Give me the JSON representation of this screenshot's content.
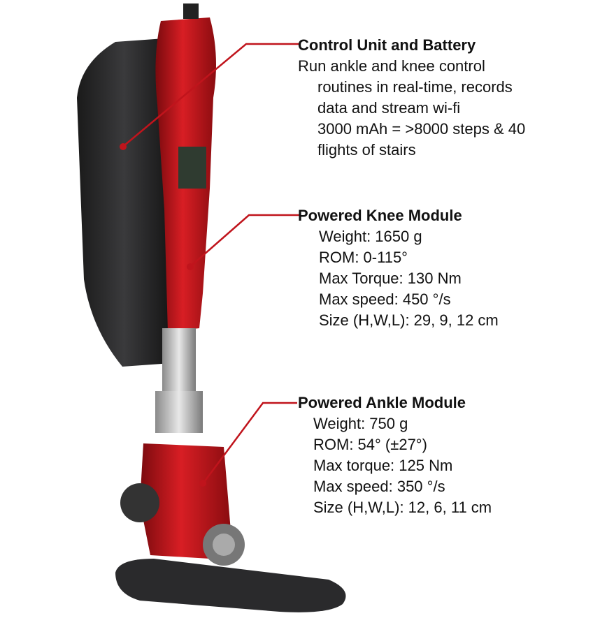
{
  "accent_color": "#c0141c",
  "image": "powered-knee-ankle-prosthesis",
  "control_unit": {
    "title": "Control Unit and Battery",
    "lines": [
      "Run ankle and knee control",
      "routines in real-time, records",
      "data and stream wi-fi",
      "3000 mAh = >8000 steps & 40",
      "flights of stairs"
    ]
  },
  "knee": {
    "title": "Powered Knee Module",
    "lines": [
      "Weight:  1650 g",
      "ROM: 0-115°",
      "Max Torque: 130 Nm",
      "Max speed: 450 °/s",
      "Size (H,W,L): 29, 9, 12 cm"
    ]
  },
  "ankle": {
    "title": "Powered Ankle Module",
    "lines": [
      "Weight: 750 g",
      "ROM: 54° (±27°)",
      "Max torque: 125 Nm",
      "Max speed: 350 °/s",
      "Size (H,W,L): 12, 6, 11 cm"
    ]
  }
}
